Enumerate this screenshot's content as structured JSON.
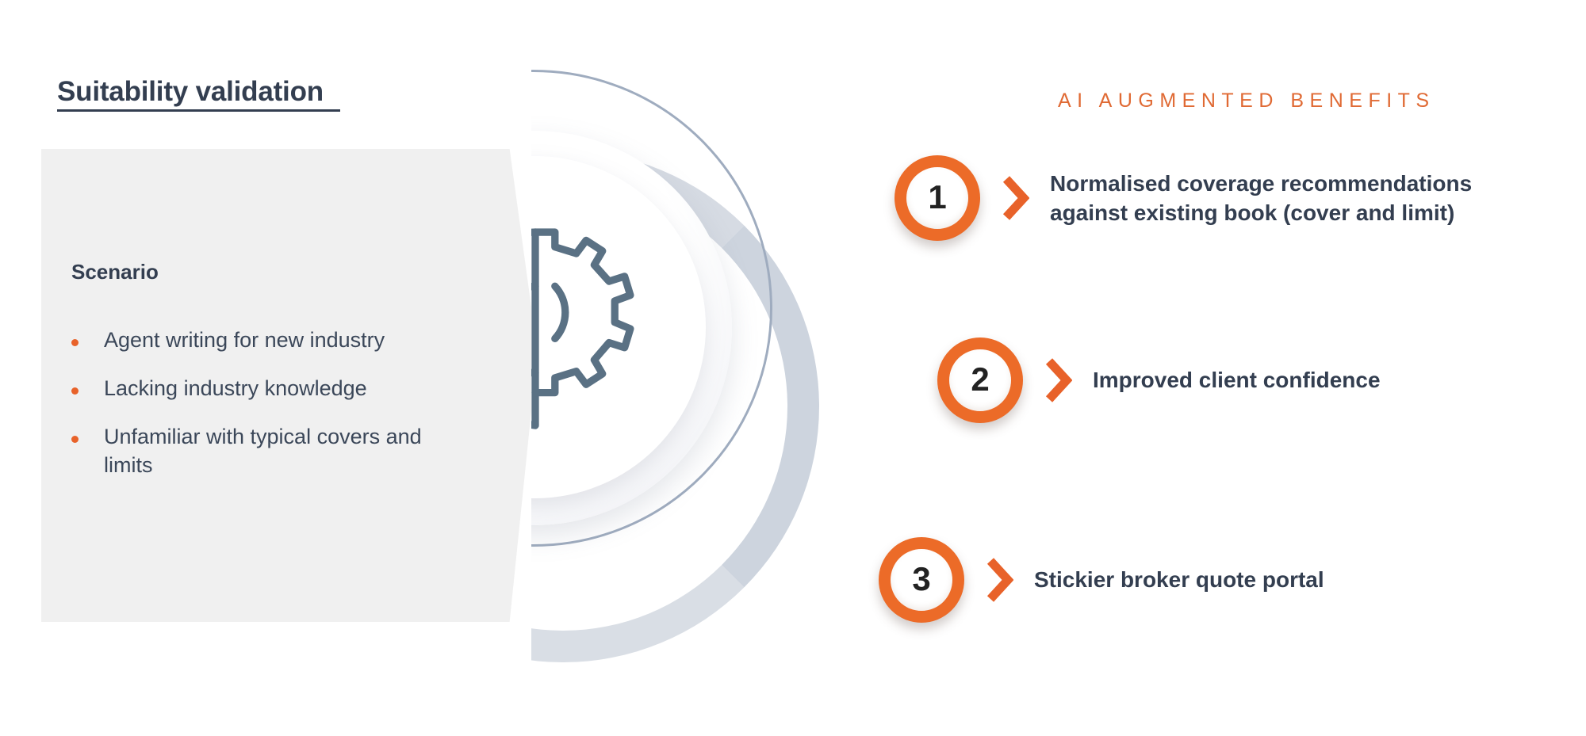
{
  "slide": {
    "title": "Suitability validation",
    "background_color": "#ffffff"
  },
  "scenario_panel": {
    "heading": "Scenario",
    "background_color": "#f0f0f0",
    "bullet_color": "#e8622a",
    "bullets": [
      "Agent writing for new industry",
      "Lacking industry knowledge",
      "Unfamiliar with typical covers and limits"
    ]
  },
  "centre": {
    "icon_name": "brain-gear-icon",
    "icon_color": "#5a7184",
    "ring_color": "#d6dbe3",
    "arc_outline_color": "#9facbf"
  },
  "benefits": {
    "kicker": "AI AUGMENTED BENEFITS",
    "accent_color": "#e8622a",
    "items": [
      {
        "number": "1",
        "text": "Normalised coverage recommendations\nagainst existing book (cover and limit)"
      },
      {
        "number": "2",
        "text": "Improved client confidence"
      },
      {
        "number": "3",
        "text": "Stickier broker quote portal"
      }
    ]
  }
}
